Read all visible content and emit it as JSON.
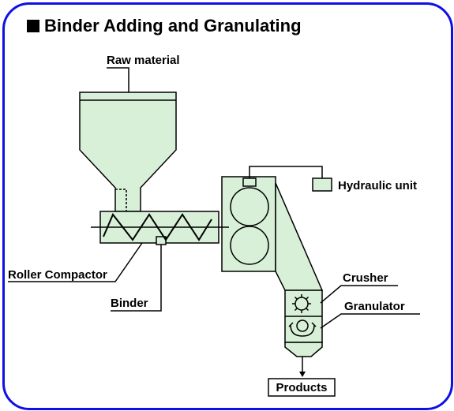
{
  "title": "Binder Adding and Granulating",
  "labels": {
    "raw_material": "Raw material",
    "hydraulic_unit": "Hydraulic unit",
    "roller_compactor": "Roller Compactor",
    "binder": "Binder",
    "crusher": "Crusher",
    "granulator": "Granulator",
    "products": "Products"
  },
  "colors": {
    "frame": "#1010e6",
    "equipment_fill": "#d8f0d8",
    "line": "#000000"
  }
}
